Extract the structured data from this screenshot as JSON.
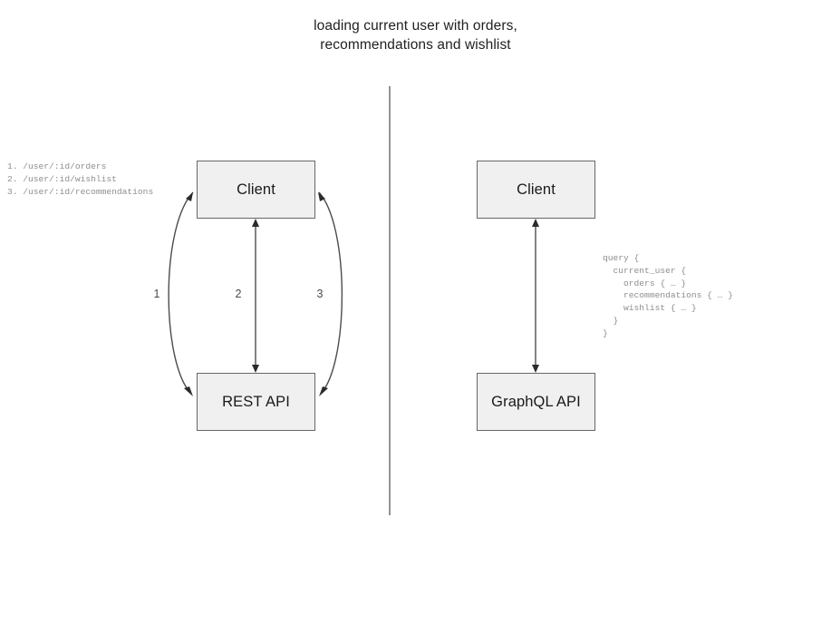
{
  "diagram": {
    "title": "loading current user with orders,\nrecommendations and wishlist",
    "divider": {
      "name": "vertical-divider",
      "color": "#7a7a7a"
    },
    "rest_side": {
      "client_box_label": "Client",
      "api_box_label": "REST API",
      "edge_labels": [
        "1",
        "2",
        "3"
      ],
      "endpoints": "1. /user/:id/orders\n2. /user/:id/wishlist\n3. /user/:id/recommendations"
    },
    "graphql_side": {
      "client_box_label": "Client",
      "api_box_label": "GraphQL API",
      "query": "query {\n  current_user {\n    orders { … }\n    recommendations { … }\n    wishlist { … }\n  }\n}"
    },
    "colors": {
      "box_fill": "#f0f0f0",
      "box_border": "#666666",
      "edge": "#4d4d4d",
      "mono_text": "#8e8e8e",
      "title_text": "#1f1f1f"
    }
  }
}
